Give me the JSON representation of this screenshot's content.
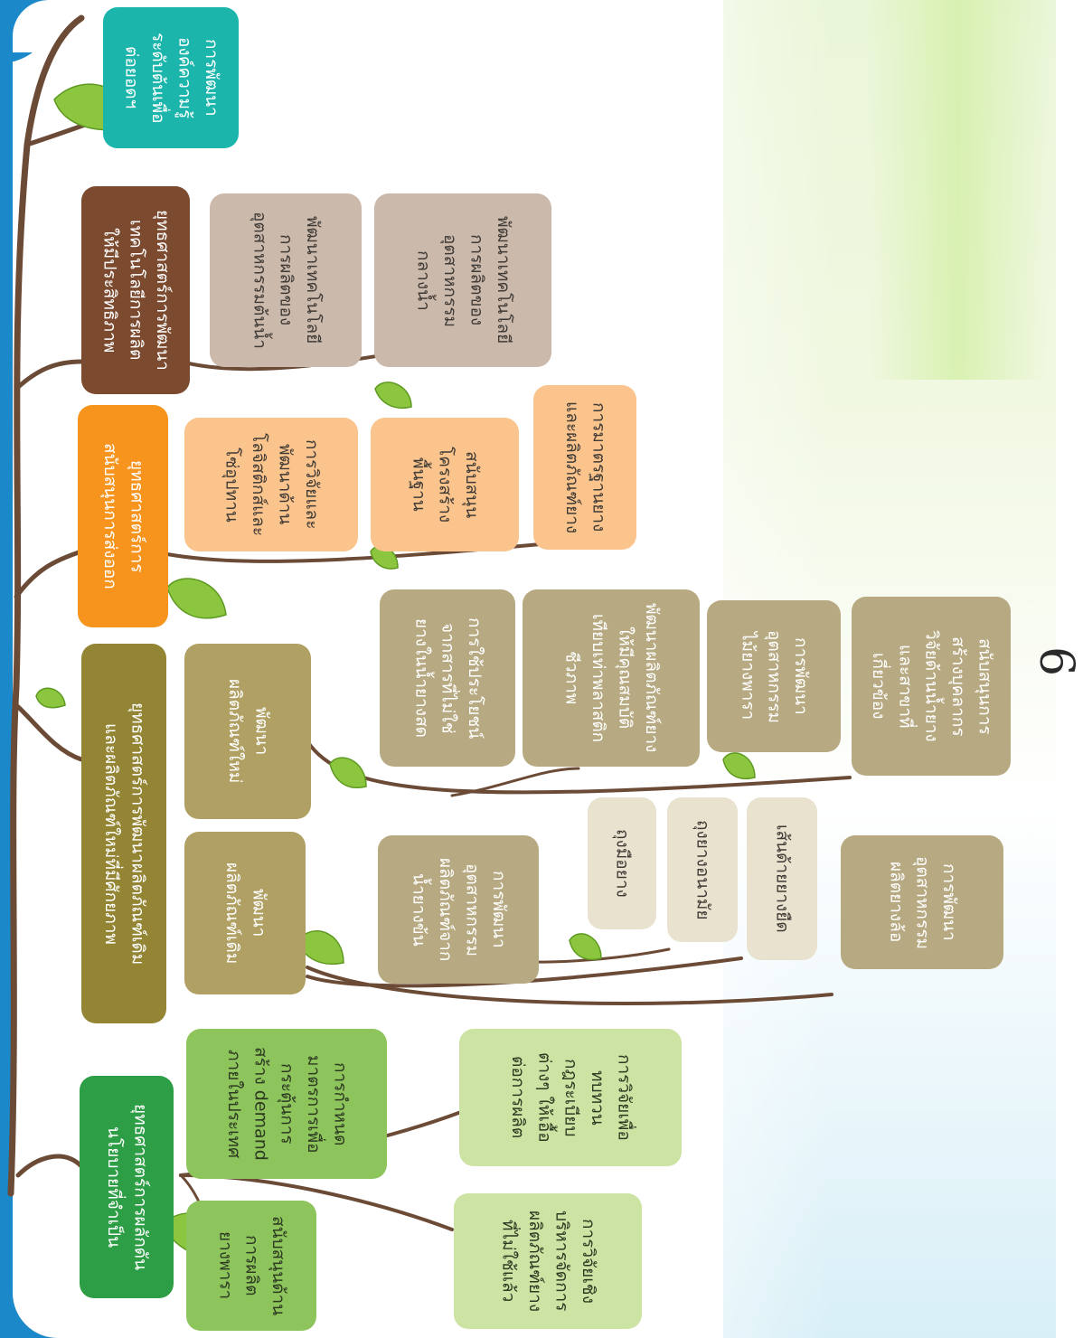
{
  "page_number": "6",
  "colors": {
    "frame": "#1a88c9",
    "branch": "#6b4a36",
    "leaf": "#8cc63f",
    "teal": "#1bb5ac",
    "brown": "#7b4a2f",
    "orange": "#f7941d",
    "olive": "#938534",
    "green": "#2e9e46"
  },
  "boxes": {
    "top_teal": "การพัฒนา\nองค์ความรู้\nระดับต้นเพื่อ\nต่อยอดฯ",
    "strategy_production_tech": "ยุทธศาสตร์การพัฒนา\nเทคโนโลยีการผลิต\nให้มีประสิทธิภาพ",
    "production_upstream": "พัฒนาเทคโนโลยี\nการผลิตของ\nอุตสาหกรรมต้นน้ำ",
    "production_midstream": "พัฒนาเทคโนโลยี\nการผลิตของ\nอุตสาหกรรม\nกลางน้ำ",
    "strategy_export": "ยุทธศาสตร์การ\nสนับสนุนการส่งออก",
    "export_logistics": "การวิจัยและ\nพัฒนาด้าน\nโลจิสติกส์และ\nโซ่อุปทาน",
    "export_infra": "สนับสนุน\nโครงสร้าง\nพื้นฐาน",
    "export_standard": "การมาตรฐานยาง\nและผลิตภัณฑ์ยาง",
    "strategy_products": "ยุทธศาสตร์การพัฒนาผลิตภัณฑ์เดิม\nและผลิตภัณฑ์ใหม่ที่มีศักยภาพ",
    "new_products": "พัฒนา\nผลิตภัณฑ์ใหม่",
    "existing_products": "พัฒนา\nผลิตภัณฑ์เดิม",
    "non_fresh_latex": "การใช้ประโยชน์\nจากสารที่ไม่ใช่\nยางในน้ำยางสด",
    "bio_plastic": "พัฒนาผลิตภัณฑ์ยาง\nให้มีคุณสมบัติ\nเทียบเท่าพลาสติก\nชีวภาพ",
    "rubberwood": "การพัฒนา\nอุตสาหกรรม\nไม้ยางพารา",
    "personnel": "สนับสนุนการ\nสร้างบุคลากร\nวิจัยด้านน้ำยาง\nและสาขาที่\nเกี่ยวข้อง",
    "concentrated_latex": "การพัฒนา\nอุตสาหกรรม\nผลิตภัณฑ์จาก\nน้ำยางข้น",
    "gloves": "ถุงมือยาง",
    "condoms": "ถุงยางอนามัย",
    "elastic_thread": "เส้นด้ายยางยืด",
    "tires": "การพัฒนา\nอุตสาหกรรม\nผลิตยางล้อ",
    "strategy_policy": "ยุทธศาสตร์การผลักดัน\nนโยบายที่จำเป็น",
    "domestic_demand": "การกำหนด\nมาตรการเพื่อ\nกระตุ้นการ\nสร้าง demand\nภายในประเทศ",
    "production_support": "สนับสนุนด้าน\nการผลิต\nยางพารา",
    "law_review": "การวิจัยเพื่อ\nทบทวน\nกฎระเบียบ\nต่างๆ ให้เอื้อ\nต่อการผลิต",
    "used_products": "การวิจัยเชิง\nบริหารจัดการ\nผลิตภัณฑ์ยาง\nที่ไม่ใช้แล้ว"
  }
}
